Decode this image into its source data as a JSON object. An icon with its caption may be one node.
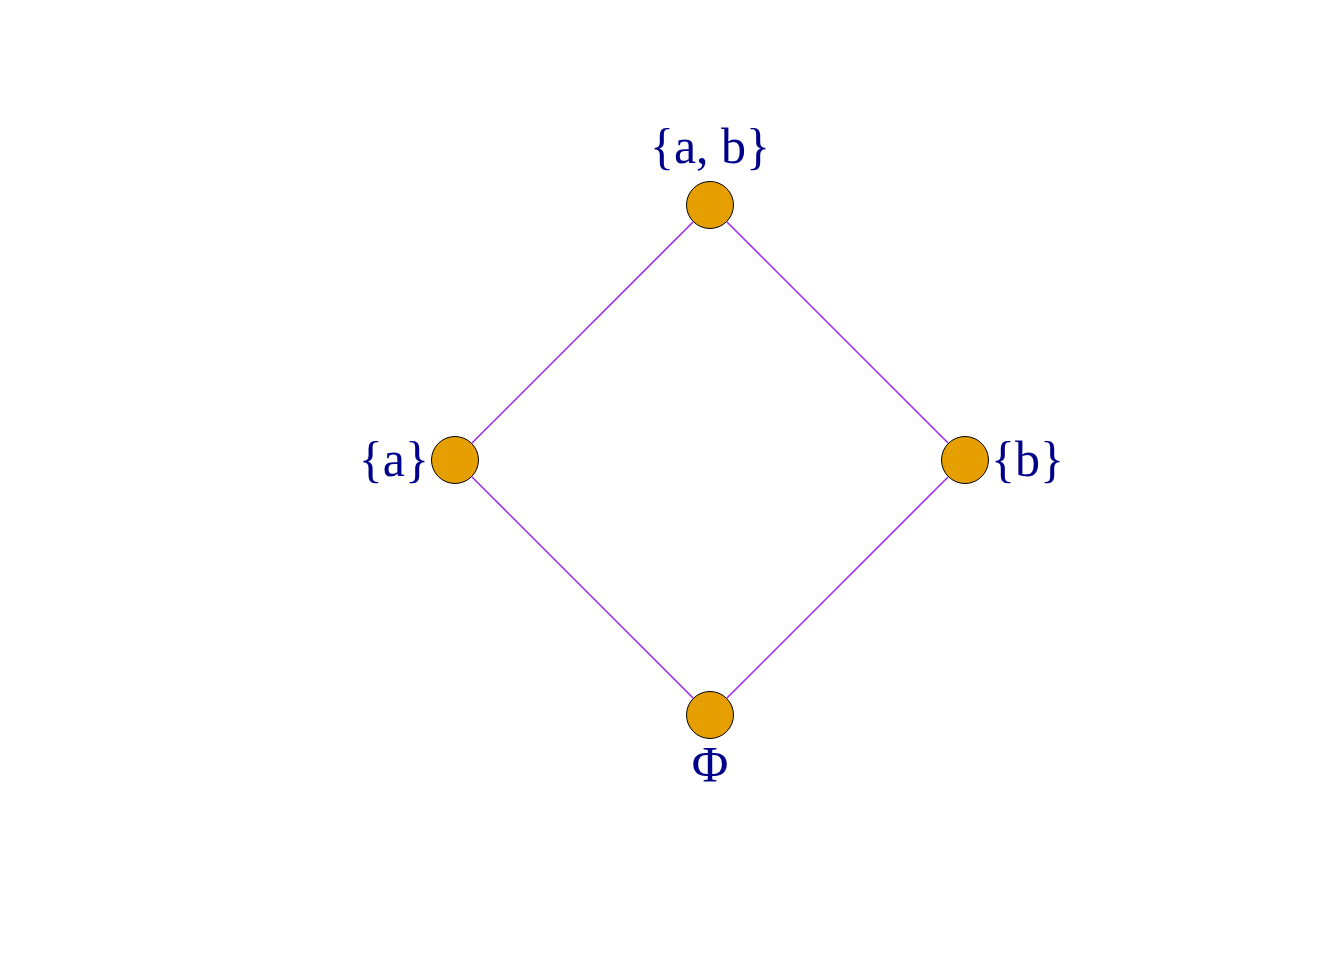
{
  "diagram": {
    "nodes": [
      {
        "text": [
          "{a, b}"
        ]
      },
      {
        "text": [
          "{a}"
        ]
      },
      {
        "text": [
          "{b}"
        ]
      },
      {
        "text": [
          "Φ"
        ]
      }
    ],
    "edges": [
      {
        "from": 1,
        "to": 0,
        "arrow": "none"
      },
      {
        "from": 2,
        "to": 0,
        "arrow": "none"
      },
      {
        "from": 3,
        "to": 1,
        "arrow": "none"
      },
      {
        "from": 3,
        "to": 2,
        "arrow": "none"
      }
    ]
  }
}
